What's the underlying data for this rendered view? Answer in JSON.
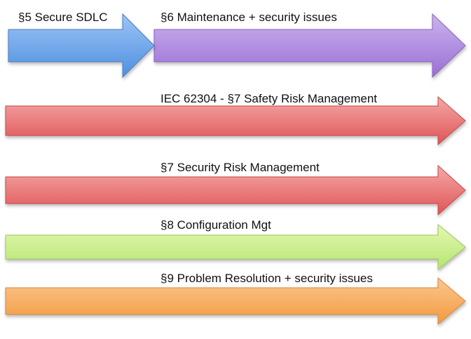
{
  "arrows": [
    {
      "id": "secure-sdlc",
      "label": "§5 Secure SDLC",
      "color_top": "#9cc4f5",
      "color_bottom": "#4f8fe0",
      "edge": "#4a7fc4"
    },
    {
      "id": "maintenance",
      "label": "§6 Maintenance + security issues",
      "color_top": "#cbb3ec",
      "color_bottom": "#9a6fd6",
      "edge": "#8a63c2"
    },
    {
      "id": "safety-risk-management",
      "label": "IEC 62304 - §7 Safety Risk Management",
      "color_top": "#f4a8a8",
      "color_bottom": "#e05454",
      "edge": "#c94a4a"
    },
    {
      "id": "security-risk-management",
      "label": "§7 Security Risk Management",
      "color_top": "#f4a8a8",
      "color_bottom": "#e05454",
      "edge": "#c94a4a"
    },
    {
      "id": "configuration-mgt",
      "label": "§8 Configuration Mgt",
      "color_top": "#e4f8b0",
      "color_bottom": "#b6e472",
      "edge": "#9cc85e"
    },
    {
      "id": "problem-resolution",
      "label": "§9  Problem Resolution + security issues",
      "color_top": "#fbc690",
      "color_bottom": "#f29a3e",
      "edge": "#d9893a"
    }
  ]
}
